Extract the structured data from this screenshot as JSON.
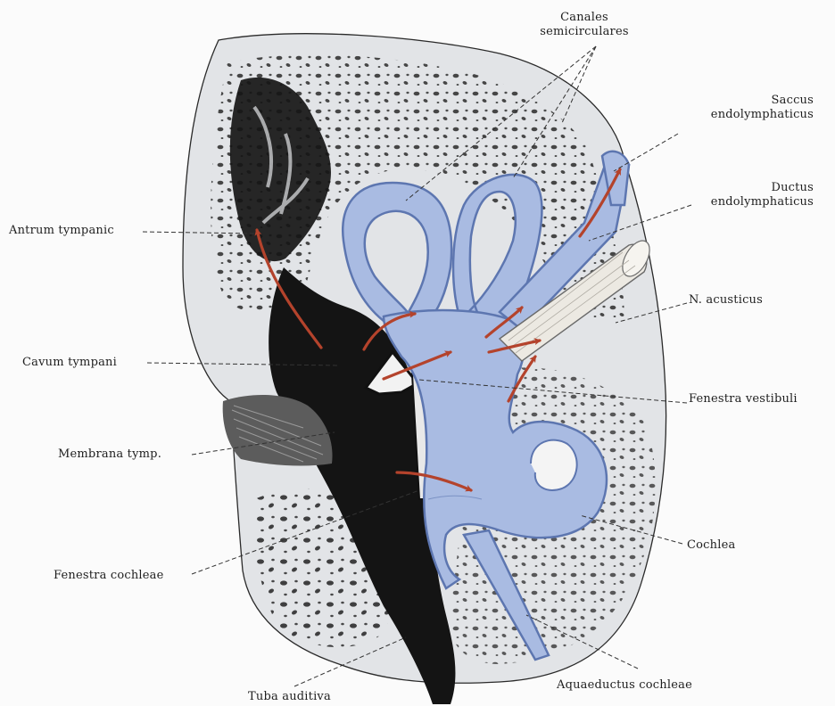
{
  "diagram": {
    "labels": {
      "canales_l1": "Canales",
      "canales_l2": "semicirculares",
      "saccus_l1": "Saccus",
      "saccus_l2": "endolymphaticus",
      "ductus_l1": "Ductus",
      "ductus_l2": "endolymphaticus",
      "antrum": "Antrum tympanic",
      "n_acusticus": "N. acusticus",
      "cavum": "Cavum tympani",
      "fenestra_vestibuli": "Fenestra vestibuli",
      "membrana": "Membrana tymp.",
      "cochlea": "Cochlea",
      "fenestra_cochleae": "Fenestra cochleae",
      "aquaeductus": "Aquaeductus cochleae",
      "tuba": "Tuba auditiva"
    },
    "colors": {
      "labyrinth": "#a9bbe2",
      "labyrinth_edge": "#5d76b0",
      "bone": "#e3e5e8",
      "cavity": "#141414",
      "arrow": "#b4432c",
      "nerve": "#e9e6df"
    }
  }
}
